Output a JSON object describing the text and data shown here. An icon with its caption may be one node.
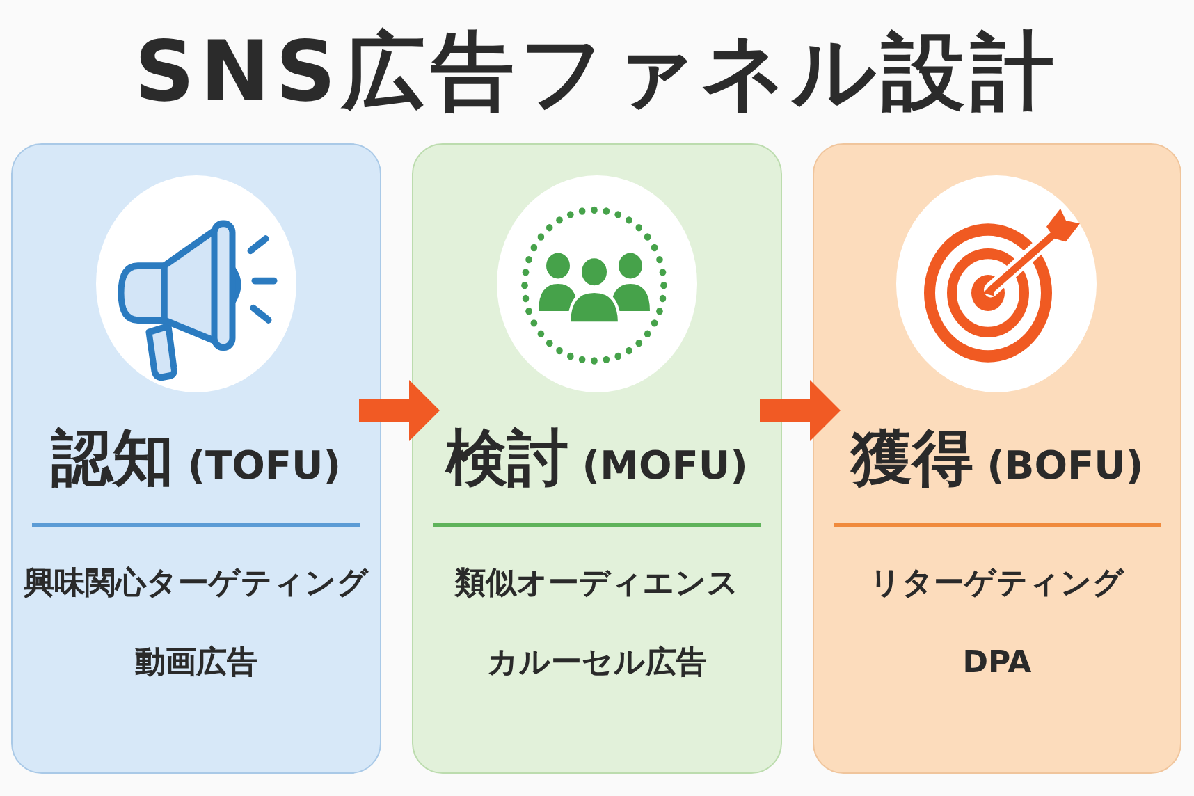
{
  "diagram": {
    "title": "SNS広告ファネル設計",
    "nodes": [
      {
        "text": [
          "認知 (TOFU)",
          "興味関心ターゲティング",
          "動画広告"
        ]
      },
      {
        "text": [
          "検討 (MOFU)",
          "類似オーディエンス",
          "カルーセル広告"
        ]
      },
      {
        "text": [
          "獲得 (BOFU)",
          "リターゲティング",
          "DPA"
        ]
      }
    ],
    "edges": [
      {
        "from": 0,
        "to": 1,
        "arrow": "to"
      },
      {
        "from": 1,
        "to": 2,
        "arrow": "to"
      }
    ]
  }
}
